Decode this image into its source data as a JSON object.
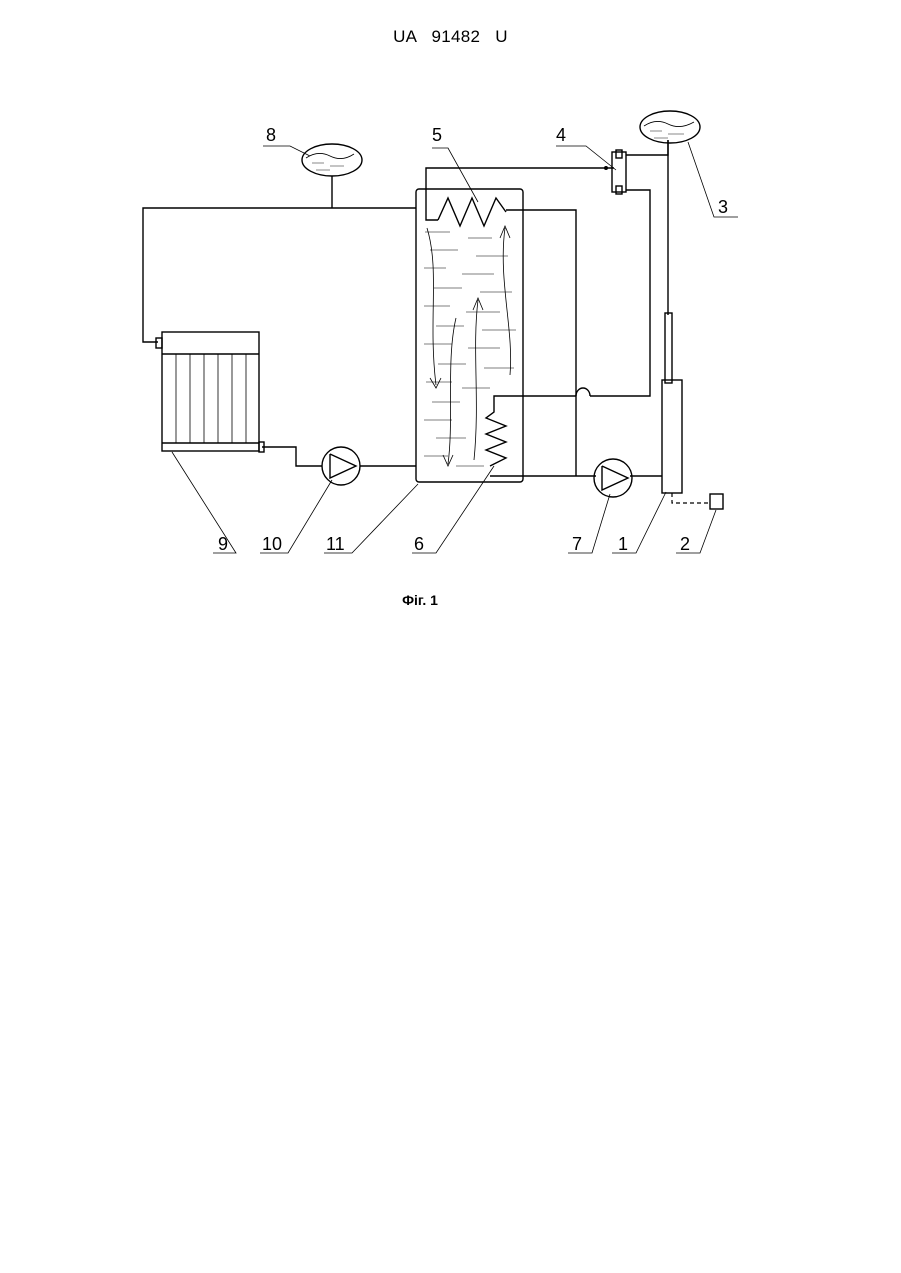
{
  "header": {
    "patent_number": "UA   91482   U"
  },
  "figure": {
    "caption": "Фіг. 1",
    "labels": [
      {
        "key": "1",
        "text": "1"
      },
      {
        "key": "2",
        "text": "2"
      },
      {
        "key": "3",
        "text": "3"
      },
      {
        "key": "4",
        "text": "4"
      },
      {
        "key": "5",
        "text": "5"
      },
      {
        "key": "6",
        "text": "6"
      },
      {
        "key": "7",
        "text": "7"
      },
      {
        "key": "8",
        "text": "8"
      },
      {
        "key": "9",
        "text": "9"
      },
      {
        "key": "10",
        "text": "10"
      },
      {
        "key": "11",
        "text": "11"
      }
    ]
  }
}
